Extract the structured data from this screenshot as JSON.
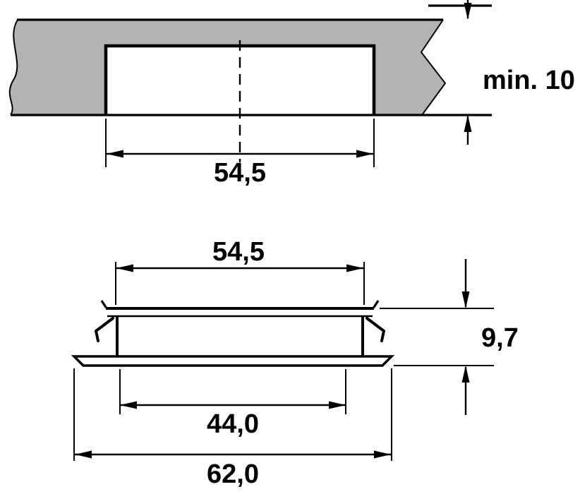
{
  "colors": {
    "panel_fill": "#b3b3b3",
    "line": "#000000",
    "background": "#ffffff"
  },
  "top_view": {
    "thickness_dimension": {
      "label": "min. 10"
    },
    "cutout_dimension": {
      "label": "54,5"
    }
  },
  "bottom_view": {
    "top_width_dimension": {
      "label": "54,5"
    },
    "height_dimension": {
      "label": "9,7"
    },
    "inner_width_dimension": {
      "label": "44,0"
    },
    "flange_width_dimension": {
      "label": "62,0"
    }
  }
}
